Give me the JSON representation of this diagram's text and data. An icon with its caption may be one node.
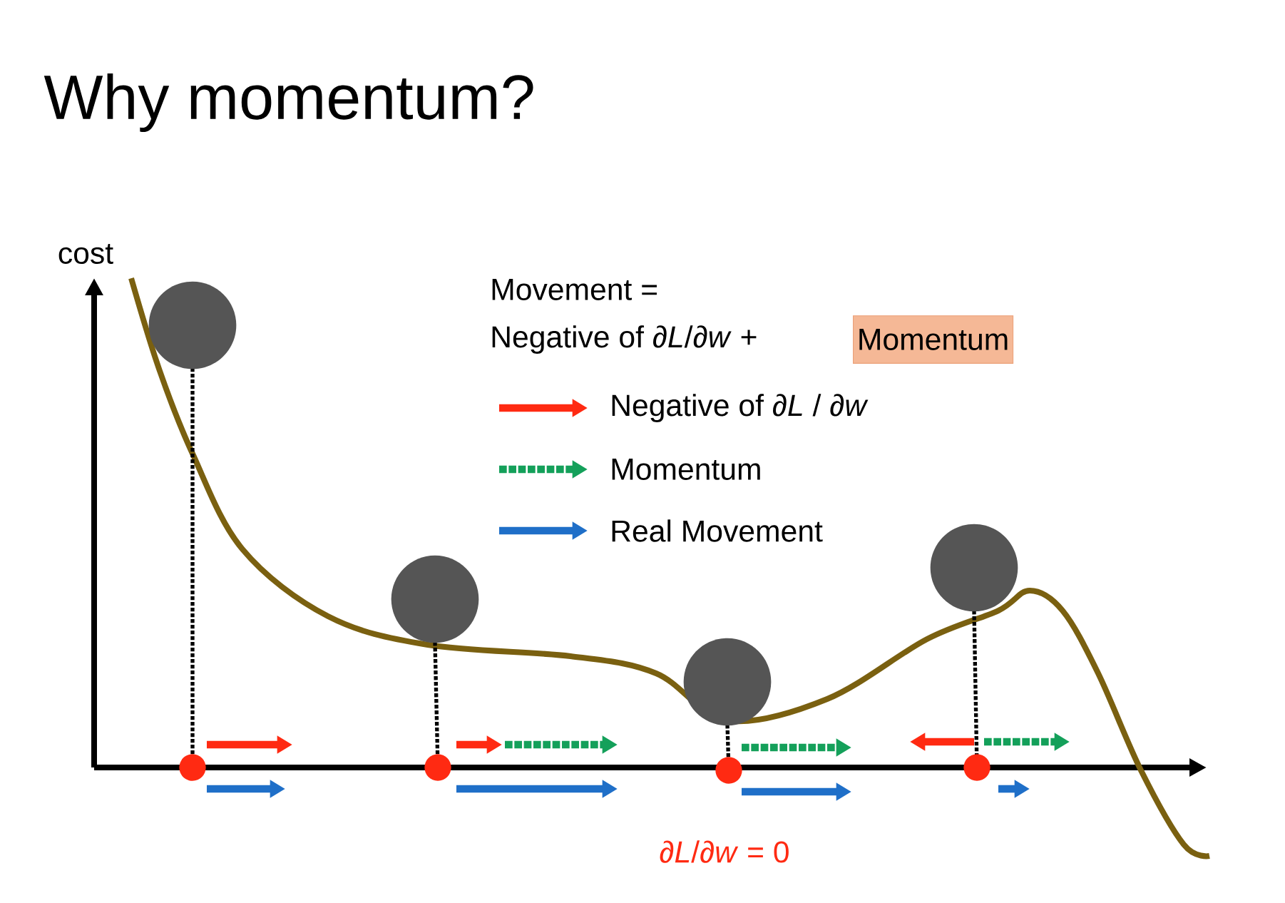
{
  "diagram": {
    "title": "Why momentum?",
    "nodes": [
      {
        "text": [
          "Momentum"
        ]
      }
    ],
    "labels": [
      "cost",
      "Movement =",
      "Negative of ∂*L*/∂*w* +",
      "∂*L*/∂*w* = 0"
    ],
    "legend": [
      {
        "text": "Negative of ∂*L* / ∂*w*"
      },
      {
        "text": "Momentum"
      },
      {
        "text": "Real Movement"
      }
    ]
  }
}
